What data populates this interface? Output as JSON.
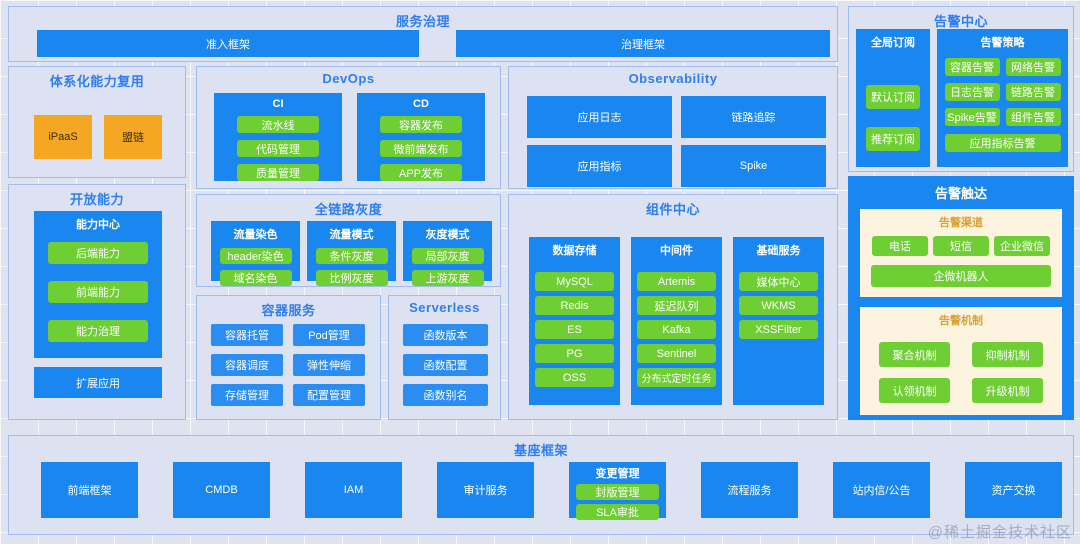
{
  "diagram": {
    "watermark": "@稀土掘金技术社区",
    "colors": {
      "blue": "#1a86f0",
      "green": "#6ece34",
      "orange": "#f5a623",
      "panel_bg": "#dde2f2",
      "beige": "#fdf4e0",
      "title_blue": "#2f7ef0",
      "title_orange": "#d9a23b"
    }
  },
  "service_governance": {
    "title": "服务治理",
    "items": [
      "准入框架",
      "治理框架"
    ]
  },
  "capability_reuse": {
    "title": "体系化能力复用",
    "items": [
      "iPaaS",
      "盟链"
    ]
  },
  "open_capability": {
    "title": "开放能力",
    "capability_center": {
      "title": "能力中心",
      "items": [
        "后端能力",
        "前端能力",
        "能力治理"
      ]
    },
    "extend_app": "扩展应用"
  },
  "devops": {
    "title": "DevOps",
    "groups": [
      {
        "title": "CI",
        "items": [
          "流水线",
          "代码管理",
          "质量管理"
        ]
      },
      {
        "title": "CD",
        "items": [
          "容器发布",
          "微前端发布",
          "APP发布"
        ]
      }
    ]
  },
  "full_link_gray": {
    "title": "全链路灰度",
    "groups": [
      {
        "title": "流量染色",
        "items": [
          "header染色",
          "域名染色"
        ]
      },
      {
        "title": "流量模式",
        "items": [
          "条件灰度",
          "比例灰度"
        ]
      },
      {
        "title": "灰度模式",
        "items": [
          "局部灰度",
          "上游灰度"
        ]
      }
    ]
  },
  "container_service": {
    "title": "容器服务",
    "items": [
      "容器托管",
      "Pod管理",
      "容器调度",
      "弹性伸缩",
      "存储管理",
      "配置管理"
    ]
  },
  "serverless": {
    "title": "Serverless",
    "items": [
      "函数版本",
      "函数配置",
      "函数别名"
    ]
  },
  "observability": {
    "title": "Observability",
    "items": [
      "应用日志",
      "链路追踪",
      "应用指标",
      "Spike"
    ]
  },
  "component_center": {
    "title": "组件中心",
    "groups": [
      {
        "title": "数据存储",
        "items": [
          "MySQL",
          "Redis",
          "ES",
          "PG",
          "OSS"
        ]
      },
      {
        "title": "中间件",
        "items": [
          "Artemis",
          "延迟队列",
          "Kafka",
          "Sentinel",
          "分布式定时任务"
        ]
      },
      {
        "title": "基础服务",
        "items": [
          "媒体中心",
          "WKMS",
          "XSSFilter"
        ]
      }
    ]
  },
  "alert_center": {
    "title": "告警中心",
    "global_subscription": {
      "title": "全局订阅",
      "items": [
        "默认订阅",
        "推荐订阅"
      ]
    },
    "alert_strategy": {
      "title": "告警策略",
      "items": [
        "容器告警",
        "网络告警",
        "日志告警",
        "链路告警",
        "Spike告警",
        "组件告警"
      ],
      "wide_item": "应用指标告警"
    }
  },
  "alert_reach": {
    "title": "告警触达",
    "channel": {
      "title": "告警渠道",
      "items": [
        "电话",
        "短信",
        "企业微信"
      ],
      "wide_item": "企微机器人"
    },
    "mechanism": {
      "title": "告警机制",
      "items": [
        "聚合机制",
        "抑制机制",
        "认领机制",
        "升级机制"
      ]
    }
  },
  "base_framework": {
    "title": "基座框架",
    "items": [
      "前端框架",
      "CMDB",
      "IAM",
      "审计服务",
      "流程服务",
      "站内信/公告",
      "资产交换"
    ],
    "change_management": {
      "title": "变更管理",
      "items": [
        "封版管理",
        "SLA审批"
      ]
    }
  }
}
